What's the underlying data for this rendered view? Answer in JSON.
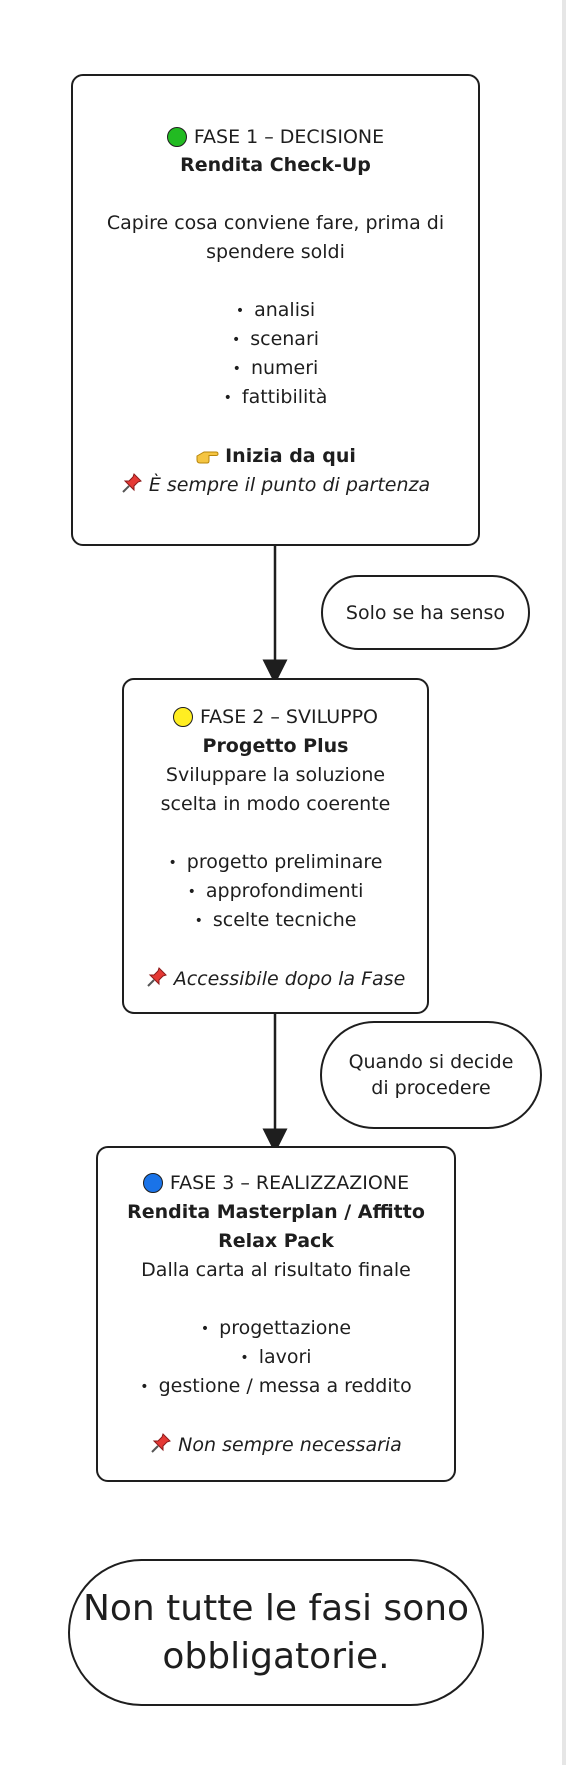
{
  "phase1": {
    "heading": "FASE 1 – DECISIONE",
    "dot_color": "#22bb22",
    "title": "Rendita Check-Up",
    "desc_lines": [
      "Capire cosa conviene fare, prima di",
      "spendere soldi"
    ],
    "bullets": [
      "analisi",
      "scenari",
      "numeri",
      "fattibilità"
    ],
    "cta": "Inizia da qui",
    "cta_icon": "pointing-hand-icon",
    "note": "È sempre il punto di partenza",
    "note_icon": "pushpin-icon"
  },
  "connector1_label": "Solo se ha senso",
  "phase2": {
    "heading": "FASE 2 – SVILUPPO",
    "dot_color": "#ffee22",
    "title": "Progetto Plus",
    "desc_lines": [
      "Sviluppare la soluzione",
      "scelta in modo coerente"
    ],
    "bullets": [
      "progetto preliminare",
      "approfondimenti",
      "scelte tecniche"
    ],
    "note": "Accessibile dopo la Fase",
    "note_icon": "pushpin-icon"
  },
  "connector2_label_lines": [
    "Quando si decide",
    "di procedere"
  ],
  "phase3": {
    "heading": "FASE 3 – REALIZZAZIONE",
    "dot_color": "#1a73e8",
    "title_lines": [
      "Rendita Masterplan / Affitto",
      "Relax Pack"
    ],
    "desc_lines": [
      "Dalla carta al risultato finale"
    ],
    "bullets": [
      "progettazione",
      "lavori",
      "gestione / messa a reddito"
    ],
    "note": "Non sempre necessaria",
    "note_icon": "pushpin-icon"
  },
  "footer_lines": [
    "Non tutte le fasi sono",
    "obbligatorie."
  ]
}
